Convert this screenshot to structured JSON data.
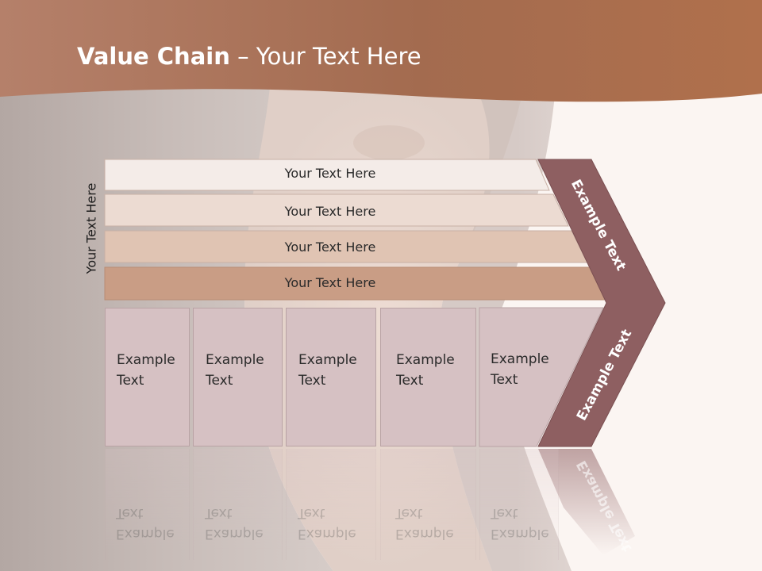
{
  "slide": {
    "title_bold": "Value Chain",
    "title_rest": " – Your Text Here",
    "vertical_label": "Your Text Here"
  },
  "bars": [
    {
      "label": "Your Text Here"
    },
    {
      "label": "Your Text Here"
    },
    {
      "label": "Your Text Here"
    },
    {
      "label": "Your Text Here"
    }
  ],
  "boxes": [
    {
      "line1": "Example",
      "line2": "Text"
    },
    {
      "line1": "Example",
      "line2": "Text"
    },
    {
      "line1": "Example",
      "line2": "Text"
    },
    {
      "line1": "Example",
      "line2": "Text"
    },
    {
      "line1": "Example",
      "line2": "Text"
    }
  ],
  "chevron": {
    "upper_label": "Example Text",
    "lower_label": "Example Text"
  },
  "colors": {
    "header": "#a5694c",
    "chevron": "#8e5f61",
    "box_fill": "#d6c1c3",
    "bar1": "#f4ece8",
    "bar2": "#ecdbd2",
    "bar3": "#e0c4b3",
    "bar4": "#c99d85"
  }
}
